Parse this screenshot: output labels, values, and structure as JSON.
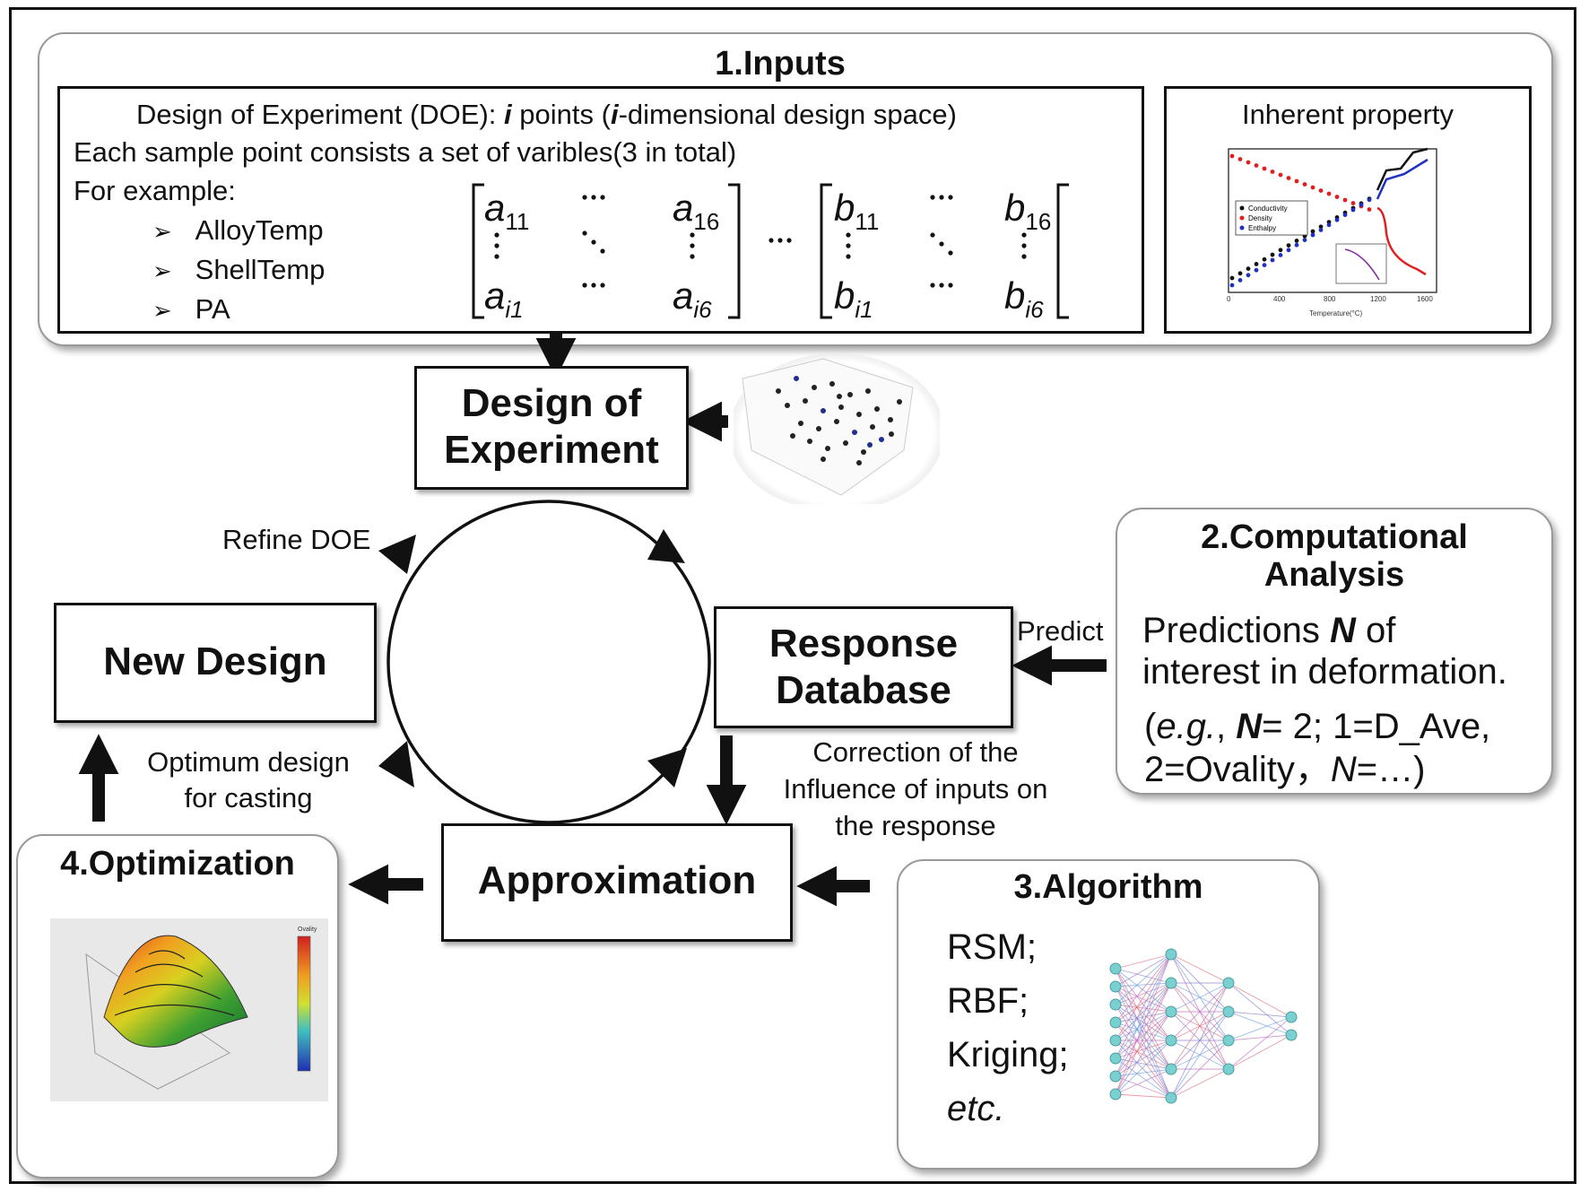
{
  "inputs": {
    "title": "1.Inputs",
    "doe_line1_a": "Design of Experiment (DOE): ",
    "doe_line1_i1": "i",
    "doe_line1_b": " points (",
    "doe_line1_i2": "i",
    "doe_line1_c": "-dimensional design space)",
    "doe_line2": "Each sample point consists a set of varibles(3 in total)",
    "example_label": "For example:",
    "bullet_glyph": "➢",
    "variables": [
      "AlloyTemp",
      "ShellTemp",
      "PA"
    ],
    "matrix_a": {
      "tl": "a",
      "tl_sub": "11",
      "tr": "a",
      "tr_sub": "16",
      "bl": "a",
      "bl_sub": "i1",
      "br": "a",
      "br_sub": "i6"
    },
    "matrix_b": {
      "tl": "b",
      "tl_sub": "11",
      "tr": "b",
      "tr_sub": "16",
      "bl": "b",
      "bl_sub": "i1",
      "br": "b",
      "br_sub": "i6"
    },
    "inherent_title": "Inherent property",
    "mini_chart": {
      "legend": [
        "Conductivity",
        "Density",
        "Enthalpy"
      ],
      "x_ticks": [
        "0",
        "400",
        "800",
        "1200",
        "1600"
      ],
      "xlabel": "Temperature(°C)"
    }
  },
  "cycle": {
    "doe_line1": "Design of",
    "doe_line2": "Experiment",
    "response_line1": "Response",
    "response_line2": "Database",
    "approximation": "Approximation",
    "new_design": "New Design",
    "refine_label": "Refine DOE",
    "optimum_line1": "Optimum design",
    "optimum_line2": "for casting",
    "correction_line1": "Correction of the",
    "correction_line2": "Influence of inputs on",
    "correction_line3": "the response",
    "predict_label": "Predict"
  },
  "computational": {
    "title_line1": "2.Computational",
    "title_line2": "Analysis",
    "pred_a": "Predictions ",
    "pred_n": "N",
    "pred_b": " of",
    "pred_line2": "interest in deformation.",
    "eg_open": "(",
    "eg": "e.g.",
    "eg_comma": ", ",
    "eg_n": "N",
    "eg_rest": "= 2; 1=D_Ave,",
    "line4_a": "2=Ovality，",
    "line4_n": "N",
    "line4_b": "=…)"
  },
  "algorithm": {
    "title": "3.Algorithm",
    "items": [
      "RSM;",
      "RBF;",
      "Kriging;",
      "etc."
    ]
  },
  "optimization": {
    "title": "4.Optimization",
    "colorbar_label": "Ovality"
  },
  "colors": {
    "frame": "#111111",
    "red_series": "#e02020",
    "blue_series": "#2030c0",
    "node": "#7ad0d0"
  }
}
